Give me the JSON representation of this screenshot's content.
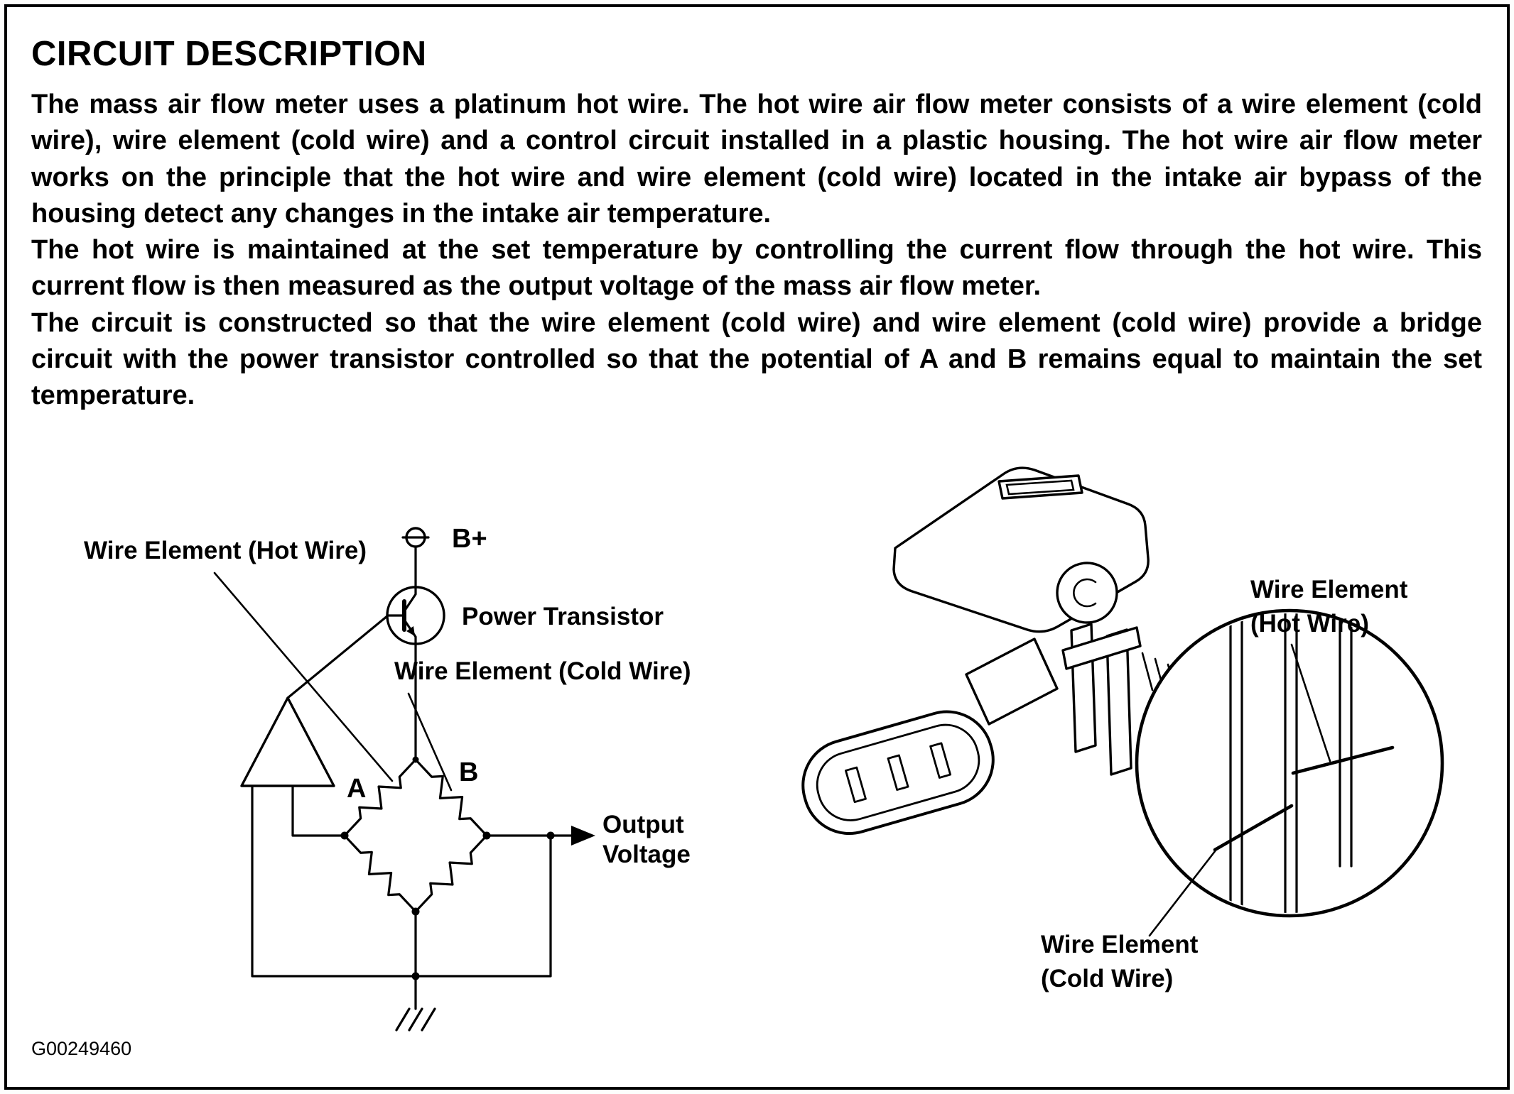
{
  "page": {
    "title": "CIRCUIT DESCRIPTION",
    "paragraphs": [
      "The mass air flow meter uses a platinum hot wire. The hot wire air flow meter consists of a wire element (cold wire), wire element (cold wire) and a control circuit installed in a plastic housing. The hot wire air flow meter works on the principle that the hot wire and wire element (cold wire) located in the intake air bypass of the housing detect any changes in the intake air temperature.",
      "The hot wire is maintained at the set temperature by controlling the current flow through the hot wire. This current flow is then measured as the output voltage of the mass air flow meter.",
      "The circuit is constructed so that the wire element (cold wire) and wire element (cold wire) provide a bridge circuit with the power transistor controlled so that the potential of A and B remains equal to maintain the set temperature."
    ],
    "figure_id": "G00249460"
  },
  "circuit_diagram": {
    "hot_wire_label": "Wire Element (Hot Wire)",
    "b_plus_label": "B+",
    "power_transistor_label": "Power Transistor",
    "cold_wire_label": "Wire Element (Cold Wire)",
    "node_a_label": "A",
    "node_b_label": "B",
    "output_label_line1": "Output",
    "output_label_line2": "Voltage"
  },
  "sensor_diagram": {
    "hot_wire_label_line1": "Wire Element",
    "hot_wire_label_line2": "(Hot Wire)",
    "cold_wire_label_line1": "Wire Element",
    "cold_wire_label_line2": "(Cold Wire)"
  },
  "colors": {
    "ink": "#000000",
    "paper": "#ffffff"
  }
}
